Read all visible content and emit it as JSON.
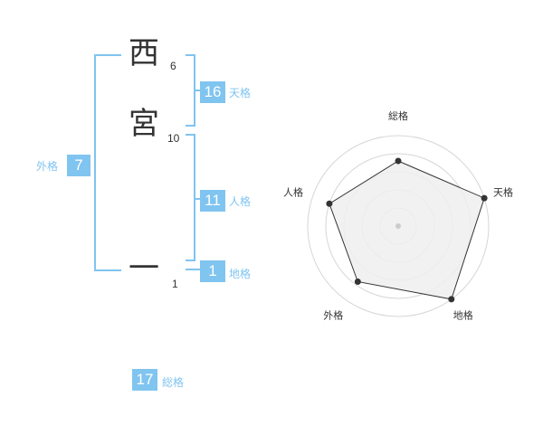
{
  "name": {
    "chars": [
      {
        "char": "西",
        "strokes": "6"
      },
      {
        "char": "宮",
        "strokes": "10"
      },
      {
        "char": "一",
        "strokes": "1"
      }
    ]
  },
  "fortune": {
    "tenkaku": {
      "value": "16",
      "label": "天格"
    },
    "jinkaku": {
      "value": "11",
      "label": "人格"
    },
    "chikaku": {
      "value": "1",
      "label": "地格"
    },
    "gaikaku": {
      "value": "7",
      "label": "外格"
    },
    "soukaku": {
      "value": "17",
      "label": "総格"
    }
  },
  "colors": {
    "accent": "#80c4f0",
    "text": "#333333",
    "radar_fill": "#eeeeee"
  },
  "chart_data": {
    "type": "radar",
    "axes": [
      "総格",
      "天格",
      "地格",
      "外格",
      "人格"
    ],
    "max": 5,
    "rings": 5,
    "values": [
      3.6,
      5.0,
      5.0,
      3.8,
      4.0
    ]
  }
}
